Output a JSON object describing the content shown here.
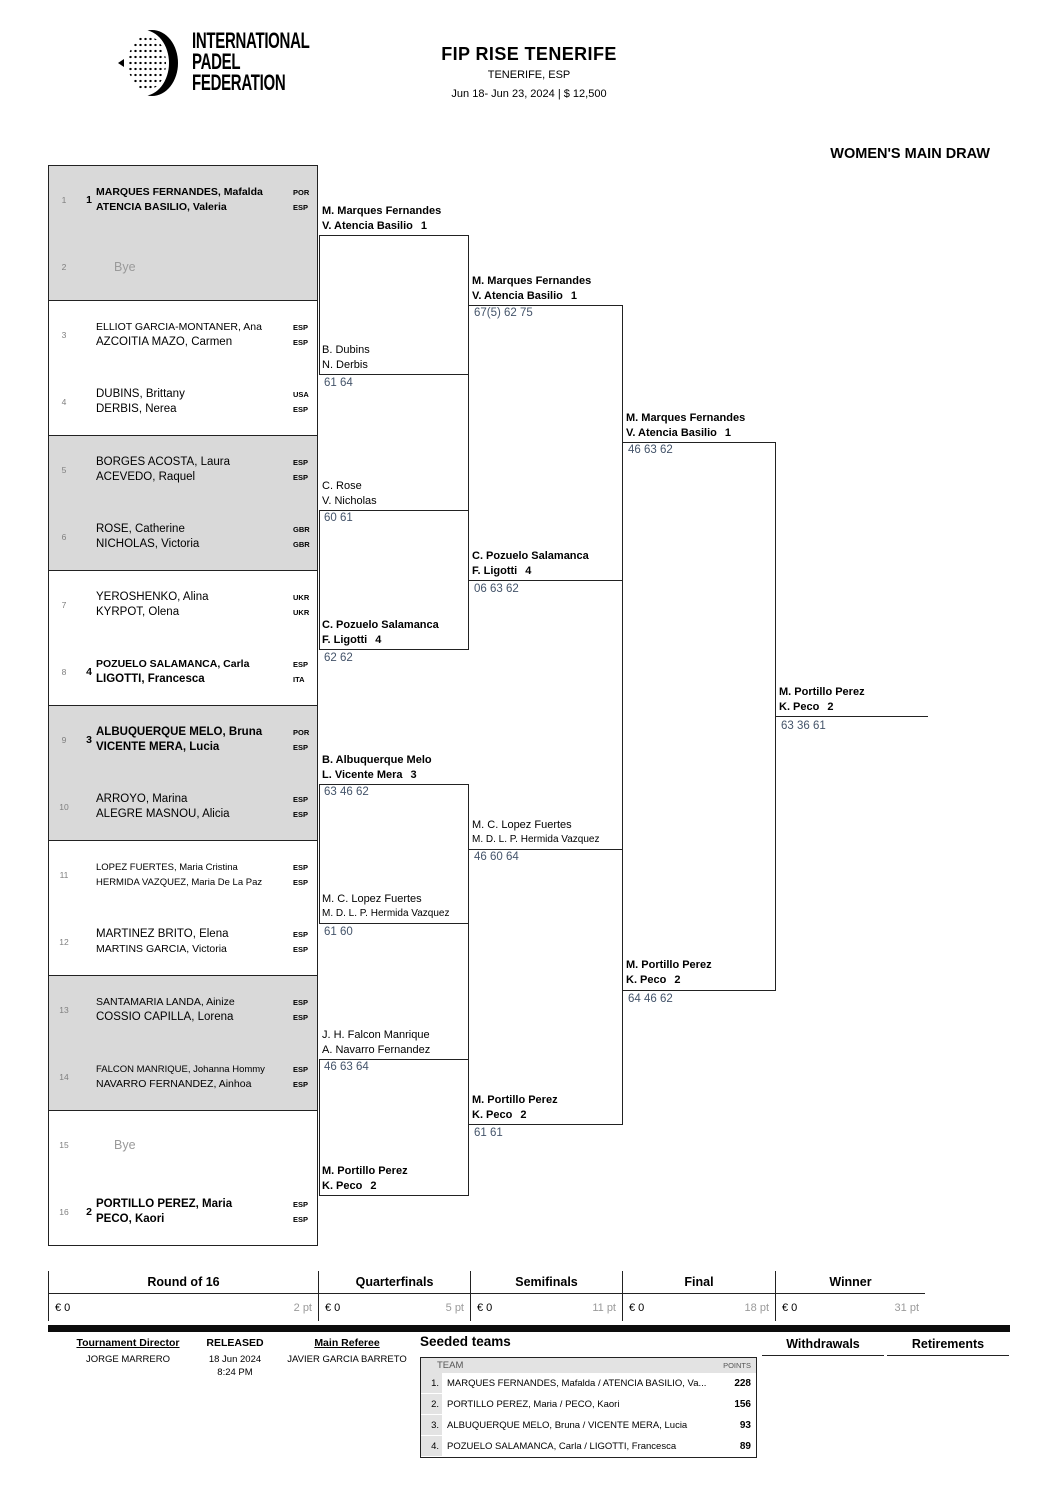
{
  "header": {
    "org_lines": [
      "INTERNATIONAL",
      "PADEL",
      "FEDERATION"
    ],
    "title": "FIP RISE TENERIFE",
    "location": "TENERIFE, ESP",
    "dates_prize": "Jun 18- Jun 23, 2024   |   $ 12,500",
    "draw_title": "WOMEN'S MAIN DRAW"
  },
  "bracket": {
    "r16": [
      {
        "num": "1",
        "seed": "1",
        "name1": "MARQUES FERNANDES, Mafalda",
        "c1": "POR",
        "name2": "ATENCIA BASILIO, Valeria",
        "c2": "ESP"
      },
      {
        "num": "2",
        "label": "Bye"
      },
      {
        "num": "3",
        "name1": "ELLIOT GARCIA-MONTANER, Ana",
        "c1": "ESP",
        "name2": "AZCOITIA MAZO, Carmen",
        "c2": "ESP"
      },
      {
        "num": "4",
        "name1": "DUBINS, Brittany",
        "c1": "USA",
        "name2": "DERBIS, Nerea",
        "c2": "ESP"
      },
      {
        "num": "5",
        "name1": "BORGES ACOSTA, Laura",
        "c1": "ESP",
        "name2": "ACEVEDO, Raquel",
        "c2": "ESP"
      },
      {
        "num": "6",
        "name1": "ROSE, Catherine",
        "c1": "GBR",
        "name2": "NICHOLAS, Victoria",
        "c2": "GBR"
      },
      {
        "num": "7",
        "name1": "YEROSHENKO, Alina",
        "c1": "UKR",
        "name2": "KYRPOT, Olena",
        "c2": "UKR"
      },
      {
        "num": "8",
        "seed": "4",
        "name1": "POZUELO SALAMANCA, Carla",
        "c1": "ESP",
        "name2": "LIGOTTI, Francesca",
        "c2": "ITA"
      },
      {
        "num": "9",
        "seed": "3",
        "name1": "ALBUQUERQUE MELO, Bruna",
        "c1": "POR",
        "name2": "VICENTE MERA, Lucia",
        "c2": "ESP"
      },
      {
        "num": "10",
        "name1": "ARROYO, Marina",
        "c1": "ESP",
        "name2": "ALEGRE MASNOU, Alicia",
        "c2": "ESP"
      },
      {
        "num": "11",
        "name1": "LOPEZ FUERTES, Maria Cristina",
        "c1": "ESP",
        "name2": "HERMIDA VAZQUEZ, Maria De La Paz",
        "c2": "ESP"
      },
      {
        "num": "12",
        "name1": "MARTINEZ BRITO, Elena",
        "c1": "ESP",
        "name2": "MARTINS GARCIA, Victoria",
        "c2": "ESP"
      },
      {
        "num": "13",
        "name1": "SANTAMARIA LANDA, Ainize",
        "c1": "ESP",
        "name2": "COSSIO CAPILLA, Lorena",
        "c2": "ESP"
      },
      {
        "num": "14",
        "name1": "FALCON MANRIQUE, Johanna Hommy",
        "c1": "ESP",
        "name2": "NAVARRO FERNANDEZ, Ainhoa",
        "c2": "ESP"
      },
      {
        "num": "15",
        "label": "Bye"
      },
      {
        "num": "16",
        "seed": "2",
        "name1": "PORTILLO PEREZ, Maria",
        "c1": "ESP",
        "name2": "PECO, Kaori",
        "c2": "ESP"
      }
    ],
    "adv": {
      "qf1t": {
        "l1": "M. Marques Fernandes",
        "l2": "V. Atencia Basilio",
        "seed": "1"
      },
      "qf1b": {
        "l1": "B. Dubins",
        "l2": "N. Derbis",
        "score": "61 64"
      },
      "qf2t": {
        "l1": "C. Rose",
        "l2": "V. Nicholas",
        "score": "60 61"
      },
      "qf2b": {
        "l1": "C. Pozuelo Salamanca",
        "l2": "F. Ligotti",
        "seed": "4",
        "score": "62 62"
      },
      "qf3t": {
        "l1": "B. Albuquerque Melo",
        "l2": "L. Vicente Mera",
        "seed": "3",
        "score": "63 46 62"
      },
      "qf3b": {
        "l1": "M. C. Lopez Fuertes",
        "l2": "M. D. L. P. Hermida Vazquez",
        "score": "61 60"
      },
      "qf4t": {
        "l1": "J. H. Falcon Manrique",
        "l2": "A. Navarro Fernandez",
        "score": "46 63 64"
      },
      "qf4b": {
        "l1": "M. Portillo Perez",
        "l2": "K. Peco",
        "seed": "2"
      },
      "sf1t": {
        "l1": "M. Marques Fernandes",
        "l2": "V. Atencia Basilio",
        "seed": "1",
        "score": "67(5) 62 75"
      },
      "sf1b": {
        "l1": "C. Pozuelo Salamanca",
        "l2": "F. Ligotti",
        "seed": "4",
        "score": "06 63 62"
      },
      "sf2t": {
        "l1": "M. C. Lopez Fuertes",
        "l2": "M. D. L. P. Hermida Vazquez",
        "score": "46 60 64"
      },
      "sf2b": {
        "l1": "M. Portillo Perez",
        "l2": "K. Peco",
        "seed": "2",
        "score": "61 61"
      },
      "fint": {
        "l1": "M. Marques Fernandes",
        "l2": "V. Atencia Basilio",
        "seed": "1",
        "score": "46 63 62"
      },
      "finb": {
        "l1": "M. Portillo Perez",
        "l2": "K. Peco",
        "seed": "2",
        "score": "64 46 62"
      },
      "winner": {
        "l1": "M. Portillo Perez",
        "l2": "K. Peco",
        "seed": "2",
        "score": "63 36 61"
      }
    }
  },
  "rounds_bar": [
    {
      "label": "Round of 16",
      "prize": "€ 0",
      "points": "2 pt"
    },
    {
      "label": "Quarterfinals",
      "prize": "€ 0",
      "points": "5 pt"
    },
    {
      "label": "Semifinals",
      "prize": "€ 0",
      "points": "11 pt"
    },
    {
      "label": "Final",
      "prize": "€ 0",
      "points": "18 pt"
    },
    {
      "label": "Winner",
      "prize": "€ 0",
      "points": "31 pt"
    }
  ],
  "footer": {
    "director_label": "Tournament Director",
    "director": "JORGE MARRERO",
    "released_label": "RELEASED",
    "released_date": "18 Jun 2024",
    "released_time": "8:24 PM",
    "referee_label": "Main Referee",
    "referee": "JAVIER GARCIA BARRETO",
    "seeded_title": "Seeded teams",
    "seeded_header": {
      "team": "TEAM",
      "points": "POINTS"
    },
    "seeded": [
      {
        "n": "1.",
        "team": "MARQUES FERNANDES, Mafalda / ATENCIA BASILIO, Va...",
        "points": "228"
      },
      {
        "n": "2.",
        "team": "PORTILLO PEREZ, Maria / PECO, Kaori",
        "points": "156"
      },
      {
        "n": "3.",
        "team": "ALBUQUERQUE MELO, Bruna / VICENTE MERA, Lucia",
        "points": "93"
      },
      {
        "n": "4.",
        "team": "POZUELO SALAMANCA, Carla / LIGOTTI, Francesca",
        "points": "89"
      }
    ],
    "withdrawals_label": "Withdrawals",
    "retirements_label": "Retirements"
  },
  "colors": {
    "score_text": "#44546a",
    "shaded_cell": "#d9d9d9"
  }
}
